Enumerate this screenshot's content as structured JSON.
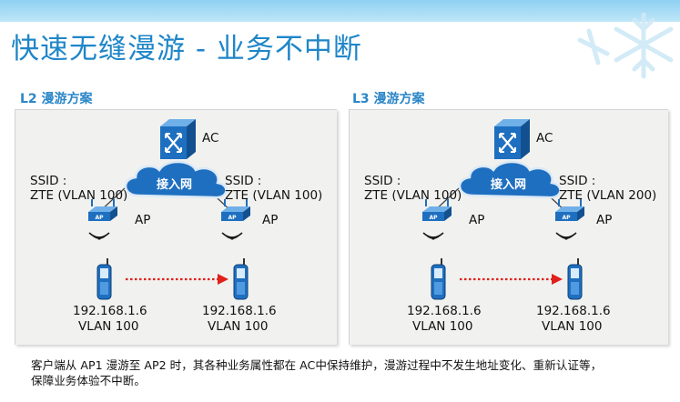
{
  "title": "快速无缝漫游 - 业务不中断",
  "diagrams": [
    {
      "heading": "L2 漫游方案",
      "controller_label": "AC",
      "cloud_label": "接入网",
      "ap_label": "AP",
      "ap_badge": "AP",
      "left": {
        "ssid_line1": "SSID :",
        "ssid_line2": "ZTE (VLAN 100)",
        "ip": "192.168.1.6",
        "vlan": "VLAN 100"
      },
      "right": {
        "ssid_line1": "SSID :",
        "ssid_line2": "ZTE (VLAN 100)",
        "ip": "192.168.1.6",
        "vlan": "VLAN 100"
      }
    },
    {
      "heading": "L3 漫游方案",
      "controller_label": "AC",
      "cloud_label": "接入网",
      "ap_label": "AP",
      "ap_badge": "AP",
      "left": {
        "ssid_line1": "SSID :",
        "ssid_line2": "ZTE (VLAN 100)",
        "ip": "192.168.1.6",
        "vlan": "VLAN 100"
      },
      "right": {
        "ssid_line1": "SSID :",
        "ssid_line2": "ZTE (VLAN 200)",
        "ip": "192.168.1.6",
        "vlan": "VLAN 100"
      }
    }
  ],
  "footer": {
    "line1": "客户端从 AP1 漫游至 AP2 时，其各种业务属性都在 AC中保持维护，漫游过程中不发生地址变化、重新认证等，",
    "line2": "保障业务体验不中断。"
  },
  "colors": {
    "title": "#1f86c8",
    "heading": "#2a86c8",
    "device_blue": "#1e6fc0",
    "arrow_red": "#e0201a",
    "panel_bg": "#f1f1ef"
  },
  "icons": [
    "switch-controller-icon",
    "cloud-icon",
    "access-point-icon",
    "wifi-signal-icon",
    "mobile-phone-icon",
    "roaming-arrow-icon"
  ]
}
